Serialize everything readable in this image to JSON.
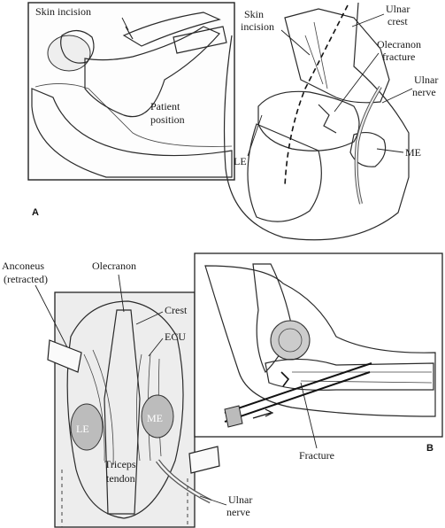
{
  "panelA": {
    "letter": "A",
    "position_inset": {
      "skin_incision": "Skin incision",
      "patient_position_line1": "Patient",
      "patient_position_line2": "position"
    },
    "elbow_view": {
      "skin_incision_line1": "Skin",
      "skin_incision_line2": "incision",
      "ulnar_crest_line1": "Ulnar",
      "ulnar_crest_line2": "crest",
      "olecranon_fracture_line1": "Olecranon",
      "olecranon_fracture_line2": "fracture",
      "ulnar_nerve_line1": "Ulnar",
      "ulnar_nerve_line2": "nerve",
      "le": "LE",
      "me": "ME"
    }
  },
  "panelB": {
    "letter": "B",
    "dissection": {
      "anconeus_line1": "Anconeus",
      "anconeus_line2": "(retracted)",
      "olecranon": "Olecranon",
      "crest": "Crest",
      "ecu": "ECU",
      "le": "LE",
      "me": "ME",
      "triceps_line1": "Triceps",
      "triceps_line2": "tendon",
      "ulnar_nerve_line1": "Ulnar",
      "ulnar_nerve_line2": "nerve"
    },
    "lateral_view": {
      "fracture": "Fracture"
    }
  }
}
